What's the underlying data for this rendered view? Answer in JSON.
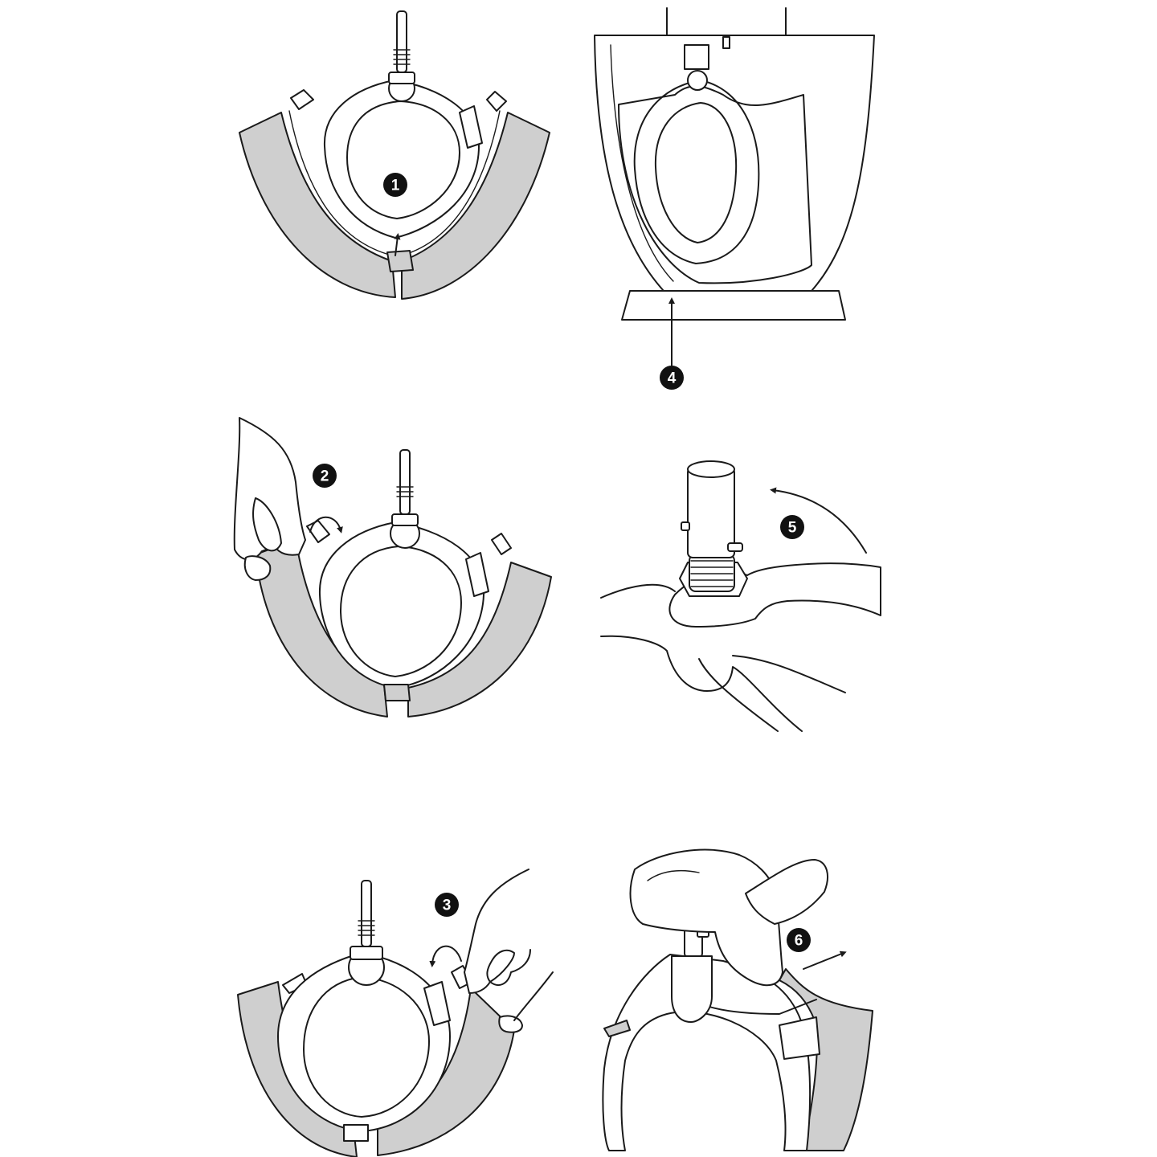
{
  "colors": {
    "ink": "#1a1a1a",
    "scraper_gray": "#cfcfcf",
    "badge": "#111111",
    "background": "#ffffff"
  },
  "steps": [
    {
      "id": "step-1",
      "number": "1"
    },
    {
      "id": "step-2",
      "number": "2"
    },
    {
      "id": "step-3",
      "number": "3"
    },
    {
      "id": "step-4",
      "number": "4"
    },
    {
      "id": "step-5",
      "number": "5"
    },
    {
      "id": "step-6",
      "number": "6"
    }
  ]
}
